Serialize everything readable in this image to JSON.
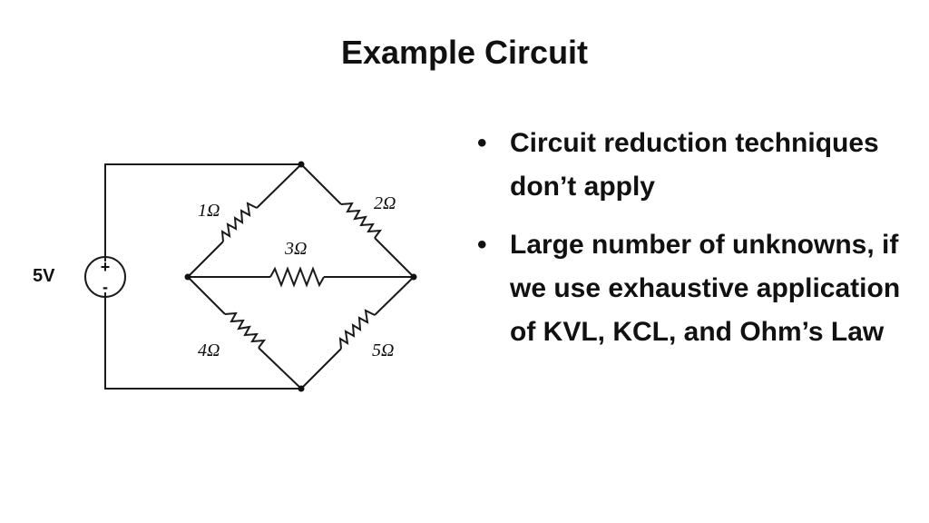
{
  "slide": {
    "title": "Example Circuit"
  },
  "circuit": {
    "source": {
      "label": "5V",
      "plus": "+",
      "minus": "-"
    },
    "resistors": [
      {
        "id": "r1",
        "label": "1Ω"
      },
      {
        "id": "r2",
        "label": "2Ω"
      },
      {
        "id": "r3",
        "label": "3Ω"
      },
      {
        "id": "r4",
        "label": "4Ω"
      },
      {
        "id": "r5",
        "label": "5Ω"
      }
    ]
  },
  "bullets": [
    {
      "text": "Circuit reduction techniques don’t apply"
    },
    {
      "text": "Large number of unknowns, if we use exhaustive application of KVL, KCL, and Ohm’s Law"
    }
  ]
}
